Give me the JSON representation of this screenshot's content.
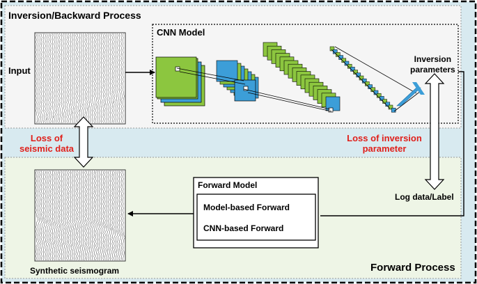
{
  "top_section": {
    "title": "Inversion/Backward Process"
  },
  "cnn_model": {
    "title": "CNN Model"
  },
  "input": {
    "label": "Input"
  },
  "inversion_parameters": {
    "line1": "Inversion",
    "line2": "parameters"
  },
  "loss_seismic": {
    "line1": "Loss of",
    "line2": "seismic data"
  },
  "loss_inversion": {
    "line1": "Loss of inversion",
    "line2": "parameter"
  },
  "log_data": {
    "label": "Log data/Label"
  },
  "forward_model": {
    "title": "Forward Model",
    "option1": "Model-based Forward",
    "option2": "CNN-based Forward"
  },
  "synthetic": {
    "label": "Synthetic seismogram"
  },
  "bottom_section": {
    "title": "Forward Process"
  },
  "colors": {
    "outer_background": "#d8eaf0",
    "top_section_fill": "#f5f5f5",
    "bottom_section_fill": "#eef5e6",
    "layer_green": "#8cc63f",
    "layer_blue": "#3c9ed8",
    "loss_text": "#e0201b"
  }
}
